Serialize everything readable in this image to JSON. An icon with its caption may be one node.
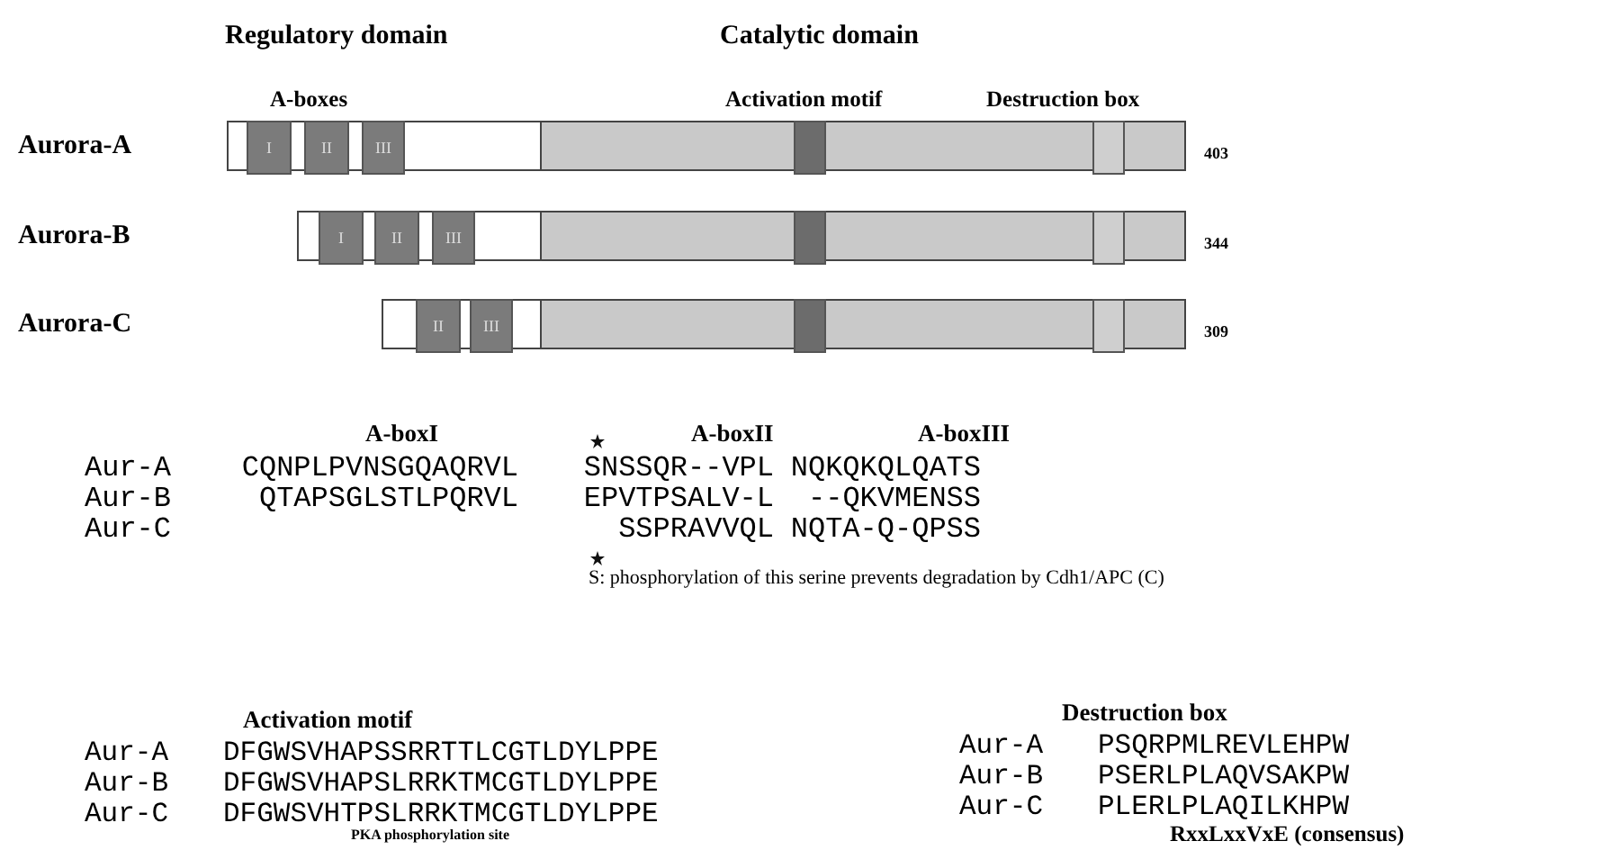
{
  "diagram": {
    "nodes": [
      {
        "text": [],
        "shape": "bar",
        "beside": [
          "403"
        ]
      },
      {
        "text": [
          "I"
        ],
        "in": 0
      },
      {
        "text": [
          "II"
        ],
        "in": 0
      },
      {
        "text": [
          "III"
        ],
        "in": 0
      },
      {
        "text": [],
        "shape": "box",
        "in": 0
      },
      {
        "text": [],
        "shape": "box",
        "in": 0
      },
      {
        "text": [],
        "shape": "bar",
        "beside": [
          "344"
        ]
      },
      {
        "text": [
          "I"
        ],
        "in": 6
      },
      {
        "text": [
          "II"
        ],
        "in": 6
      },
      {
        "text": [
          "III"
        ],
        "in": 6
      },
      {
        "text": [],
        "shape": "box",
        "in": 6
      },
      {
        "text": [],
        "shape": "box",
        "in": 6
      },
      {
        "text": [],
        "shape": "bar",
        "beside": [
          "309"
        ]
      },
      {
        "text": [
          "II"
        ],
        "in": 12
      },
      {
        "text": [
          "III"
        ],
        "in": 12
      },
      {
        "text": [],
        "shape": "box",
        "in": 12
      },
      {
        "text": [],
        "shape": "box",
        "in": 12
      }
    ],
    "labels": [
      "Regulatory domain",
      "Catalytic domain",
      "A-boxes",
      "Activation motif",
      "Destruction box",
      "Aurora-A",
      "Aurora-B",
      "Aurora-C",
      "A-boxI",
      "A-boxII",
      "A-boxIII",
      "Aur-A",
      "CQNPLPVNSGQAQRVL",
      "SNSSQR--VPL",
      "NQKQKQLQATS",
      "Aur-B",
      "QTAPSGLSTLPQRVL",
      "EPVTPSALV-L",
      "--QKVMENSS",
      "Aur-C",
      "SSPRAVVQL",
      "NQTA-Q-QPSS",
      "S: phosphorylation of this serine prevents degradation by Cdh1/APC (C)",
      "Activation motif",
      "Aur-A",
      "DFGWSVHAPSSRRTTLCGTLDYLPPE",
      "Aur-B",
      "DFGWSVHAPSLRRKTMCGTLDYLPPE",
      "Aur-C",
      "DFGWSVHTPSLRRKTMCGTLDYLPPE",
      "PKA phosphorylation site",
      "Destruction box",
      "Aur-A",
      "PSQRPMLREVLEHPW",
      "Aur-B",
      "PSERLPLAQVSAKPW",
      "Aur-C",
      "PLERLPLAQILKHPW",
      "RxxLxxVxE (consensus)"
    ]
  }
}
